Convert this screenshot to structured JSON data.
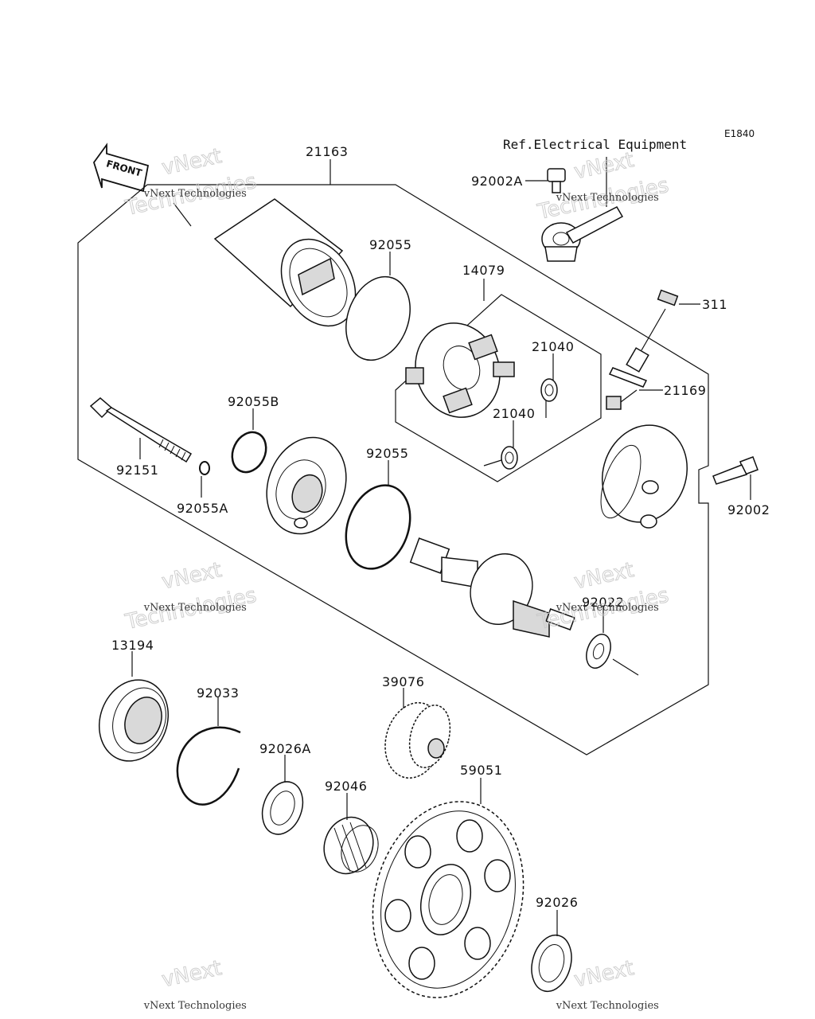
{
  "diagram_id": "E1840",
  "reference_note": "Ref.Electrical Equipment",
  "front_label": "FRONT",
  "watermark": {
    "line1": "vNext Technologies",
    "line2": "vNext",
    "line3": "Technologies"
  },
  "parts": [
    {
      "number": "21163"
    },
    {
      "number": "92002A"
    },
    {
      "number": "92055"
    },
    {
      "number": "14079"
    },
    {
      "number": "311"
    },
    {
      "number": "21040"
    },
    {
      "number": "21040"
    },
    {
      "number": "21169"
    },
    {
      "number": "92055B"
    },
    {
      "number": "92151"
    },
    {
      "number": "92055A"
    },
    {
      "number": "92055"
    },
    {
      "number": "92002"
    },
    {
      "number": "92022"
    },
    {
      "number": "13194"
    },
    {
      "number": "92033"
    },
    {
      "number": "39076"
    },
    {
      "number": "92026A"
    },
    {
      "number": "59051"
    },
    {
      "number": "92046"
    },
    {
      "number": "92026"
    }
  ]
}
